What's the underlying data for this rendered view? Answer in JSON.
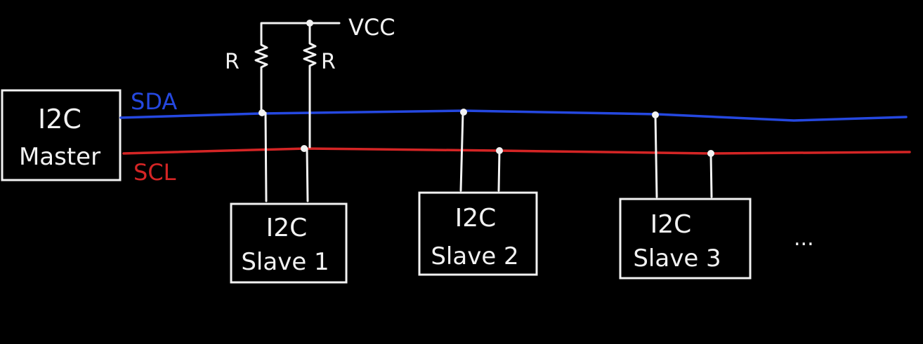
{
  "colors": {
    "background": "#000000",
    "ink": "#f2f2f2",
    "sda": "#2548e0",
    "scl": "#d42525"
  },
  "master": {
    "line1": "I2C",
    "line2": "Master"
  },
  "bus": {
    "sda_label": "SDA",
    "scl_label": "SCL"
  },
  "power": {
    "vcc_label": "VCC",
    "resistor_left_label": "R",
    "resistor_right_label": "R"
  },
  "slaves": [
    {
      "line1": "I2C",
      "line2": "Slave 1"
    },
    {
      "line1": "I2C",
      "line2": "Slave 2"
    },
    {
      "line1": "I2C",
      "line2": "Slave 3"
    }
  ],
  "more": "..."
}
